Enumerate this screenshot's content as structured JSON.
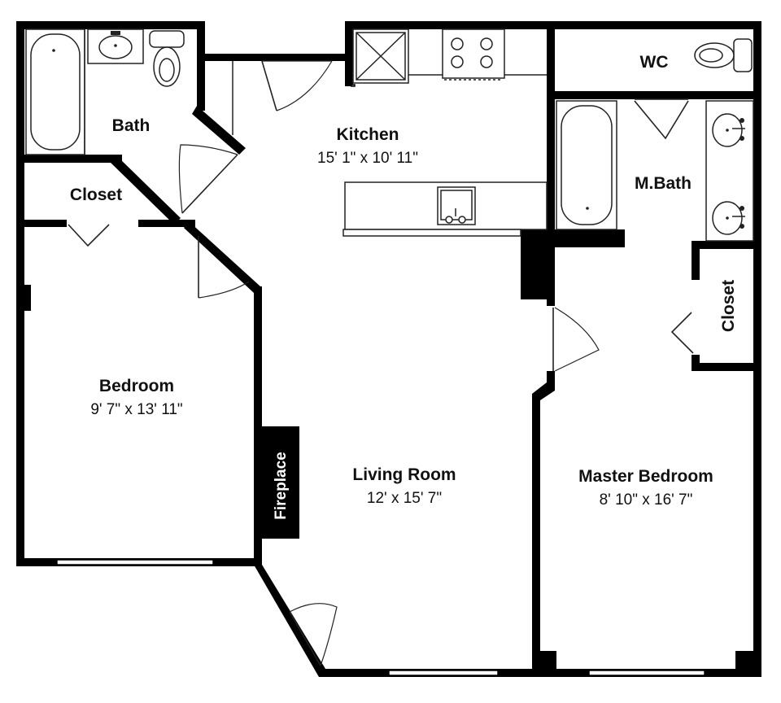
{
  "rooms": {
    "bath": {
      "name": "Bath"
    },
    "closet_left": {
      "name": "Closet"
    },
    "kitchen": {
      "name": "Kitchen",
      "dimensions": "15' 1\" x 10' 11\""
    },
    "wc": {
      "name": "WC"
    },
    "master_bath": {
      "name": "M.Bath"
    },
    "closet_right": {
      "name": "Closet"
    },
    "bedroom": {
      "name": "Bedroom",
      "dimensions": "9' 7\" x 13' 11\""
    },
    "living_room": {
      "name": "Living Room",
      "dimensions": "12' x 15' 7\""
    },
    "master_bedroom": {
      "name": "Master Bedroom",
      "dimensions": "8' 10\" x 16' 7\""
    }
  },
  "fireplace": {
    "label": "Fireplace"
  },
  "colors": {
    "wall": "#000000",
    "background": "#ffffff",
    "fixture_stroke": "#222222"
  },
  "icons": [
    "bathtub-icon",
    "sink-icon",
    "toilet-icon",
    "stove-icon",
    "refrigerator-icon",
    "kitchen-sink-icon",
    "door-swing-icon",
    "window-icon"
  ]
}
